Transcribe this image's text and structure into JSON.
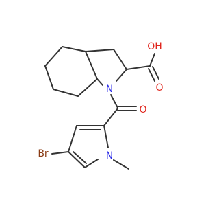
{
  "molecule": {
    "atoms": {
      "oh": {
        "text": "OH",
        "color": "#e0241b"
      },
      "o_acid": {
        "text": "O",
        "color": "#e0241b"
      },
      "n_indoline": {
        "text": "N",
        "color": "#2a2ae8"
      },
      "o_amide": {
        "text": "O",
        "color": "#e0241b"
      },
      "br": {
        "text": "Br",
        "color": "#8a3c15"
      },
      "n_pyrrole": {
        "text": "N",
        "color": "#2a2ae8"
      }
    },
    "bond_color": "#333333"
  }
}
